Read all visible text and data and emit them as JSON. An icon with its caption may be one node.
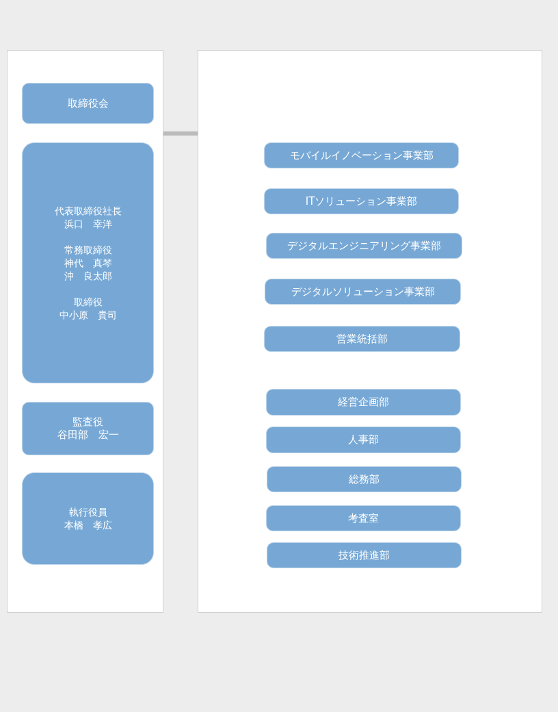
{
  "diagram": {
    "nodes": [
      {
        "text": [],
        "shape": "box"
      },
      {
        "text": [],
        "shape": "box"
      },
      {
        "text": [
          "取締役会"
        ],
        "in": 0
      },
      {
        "text": [
          "代表取締役社長",
          "浜口　幸洋",
          "常務取締役",
          "神代　真琴",
          "沖　良太郎",
          "取締役",
          "中小原　貴司"
        ],
        "in": 0
      },
      {
        "text": [
          "監査役",
          "谷田部　宏一"
        ],
        "in": 0
      },
      {
        "text": [
          "執行役員",
          "本橋　孝広"
        ],
        "in": 0
      },
      {
        "text": [
          "モバイルイノベーション事業部"
        ],
        "in": 1
      },
      {
        "text": [
          "ITソリューション事業部"
        ],
        "in": 1
      },
      {
        "text": [
          "デジタルエンジニアリング事業部"
        ],
        "in": 1
      },
      {
        "text": [
          "デジタルソリューション事業部"
        ],
        "in": 1
      },
      {
        "text": [
          "営業統括部"
        ],
        "in": 1
      },
      {
        "text": [
          "経営企画部"
        ],
        "in": 1
      },
      {
        "text": [
          "人事部"
        ],
        "in": 1
      },
      {
        "text": [
          "総務部"
        ],
        "in": 1
      },
      {
        "text": [
          "考査室"
        ],
        "in": 1
      },
      {
        "text": [
          "技術推進部"
        ],
        "in": 1
      }
    ],
    "edges": [
      {
        "from": 0,
        "to": 1,
        "arrow": "none"
      }
    ]
  }
}
